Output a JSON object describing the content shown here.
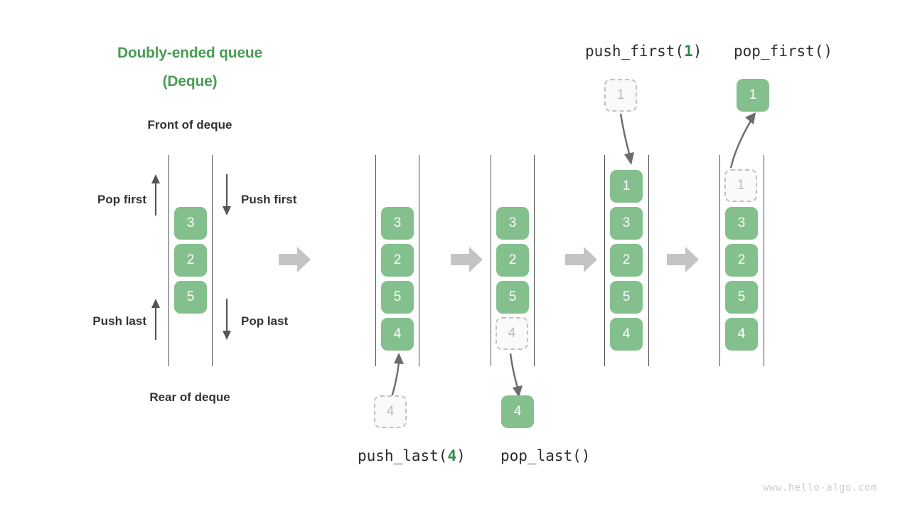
{
  "title": {
    "line1": "Doubly-ended queue",
    "line2": "(Deque)",
    "color": "#4a9c54"
  },
  "labels": {
    "front": "Front of deque",
    "rear": "Rear of deque",
    "pop_first": "Pop first",
    "push_first": "Push first",
    "push_last": "Push last",
    "pop_last": "Pop last"
  },
  "operations": {
    "push_last": {
      "name": "push_last(",
      "arg": "4",
      "close": ")"
    },
    "pop_last": {
      "name": "pop_last()",
      "arg": "",
      "close": ""
    },
    "push_first": {
      "name": "push_first(",
      "arg": "1",
      "close": ")"
    },
    "pop_first": {
      "name": "pop_first()",
      "arg": "",
      "close": ""
    }
  },
  "colors": {
    "element": "#84c08d",
    "ghost_fill": "#fafafa",
    "ghost_border": "#c2c2c2",
    "ghost_text": "#bbbbbb",
    "rail": "#4d4d4d",
    "step_arrow": "#c4c4c4",
    "connector": "#6b6b6b",
    "label_text": "#333333",
    "accent": "#2f8b43"
  },
  "stages": [
    {
      "id": "stage-initial",
      "name": "initial-deque",
      "elements": [
        {
          "value": "3",
          "state": "filled"
        },
        {
          "value": "2",
          "state": "filled"
        },
        {
          "value": "5",
          "state": "filled"
        }
      ],
      "external": []
    },
    {
      "id": "stage-push-last",
      "name": "deque-after-push-last",
      "elements": [
        {
          "value": "3",
          "state": "filled"
        },
        {
          "value": "2",
          "state": "filled"
        },
        {
          "value": "5",
          "state": "filled"
        },
        {
          "value": "4",
          "state": "filled"
        }
      ],
      "external": [
        {
          "value": "4",
          "state": "ghost",
          "position": "below"
        }
      ]
    },
    {
      "id": "stage-pop-last",
      "name": "deque-after-pop-last",
      "elements": [
        {
          "value": "3",
          "state": "filled"
        },
        {
          "value": "2",
          "state": "filled"
        },
        {
          "value": "5",
          "state": "filled"
        },
        {
          "value": "4",
          "state": "ghost"
        }
      ],
      "external": [
        {
          "value": "4",
          "state": "filled",
          "position": "below"
        }
      ]
    },
    {
      "id": "stage-push-first",
      "name": "deque-after-push-first",
      "elements": [
        {
          "value": "1",
          "state": "filled"
        },
        {
          "value": "3",
          "state": "filled"
        },
        {
          "value": "2",
          "state": "filled"
        },
        {
          "value": "5",
          "state": "filled"
        },
        {
          "value": "4",
          "state": "filled"
        }
      ],
      "external": [
        {
          "value": "1",
          "state": "ghost",
          "position": "above"
        }
      ]
    },
    {
      "id": "stage-pop-first",
      "name": "deque-after-pop-first",
      "elements": [
        {
          "value": "1",
          "state": "ghost"
        },
        {
          "value": "3",
          "state": "filled"
        },
        {
          "value": "2",
          "state": "filled"
        },
        {
          "value": "5",
          "state": "filled"
        },
        {
          "value": "4",
          "state": "filled"
        }
      ],
      "external": [
        {
          "value": "1",
          "state": "filled",
          "position": "above"
        }
      ]
    }
  ],
  "watermark": "www.hello-algo.com"
}
